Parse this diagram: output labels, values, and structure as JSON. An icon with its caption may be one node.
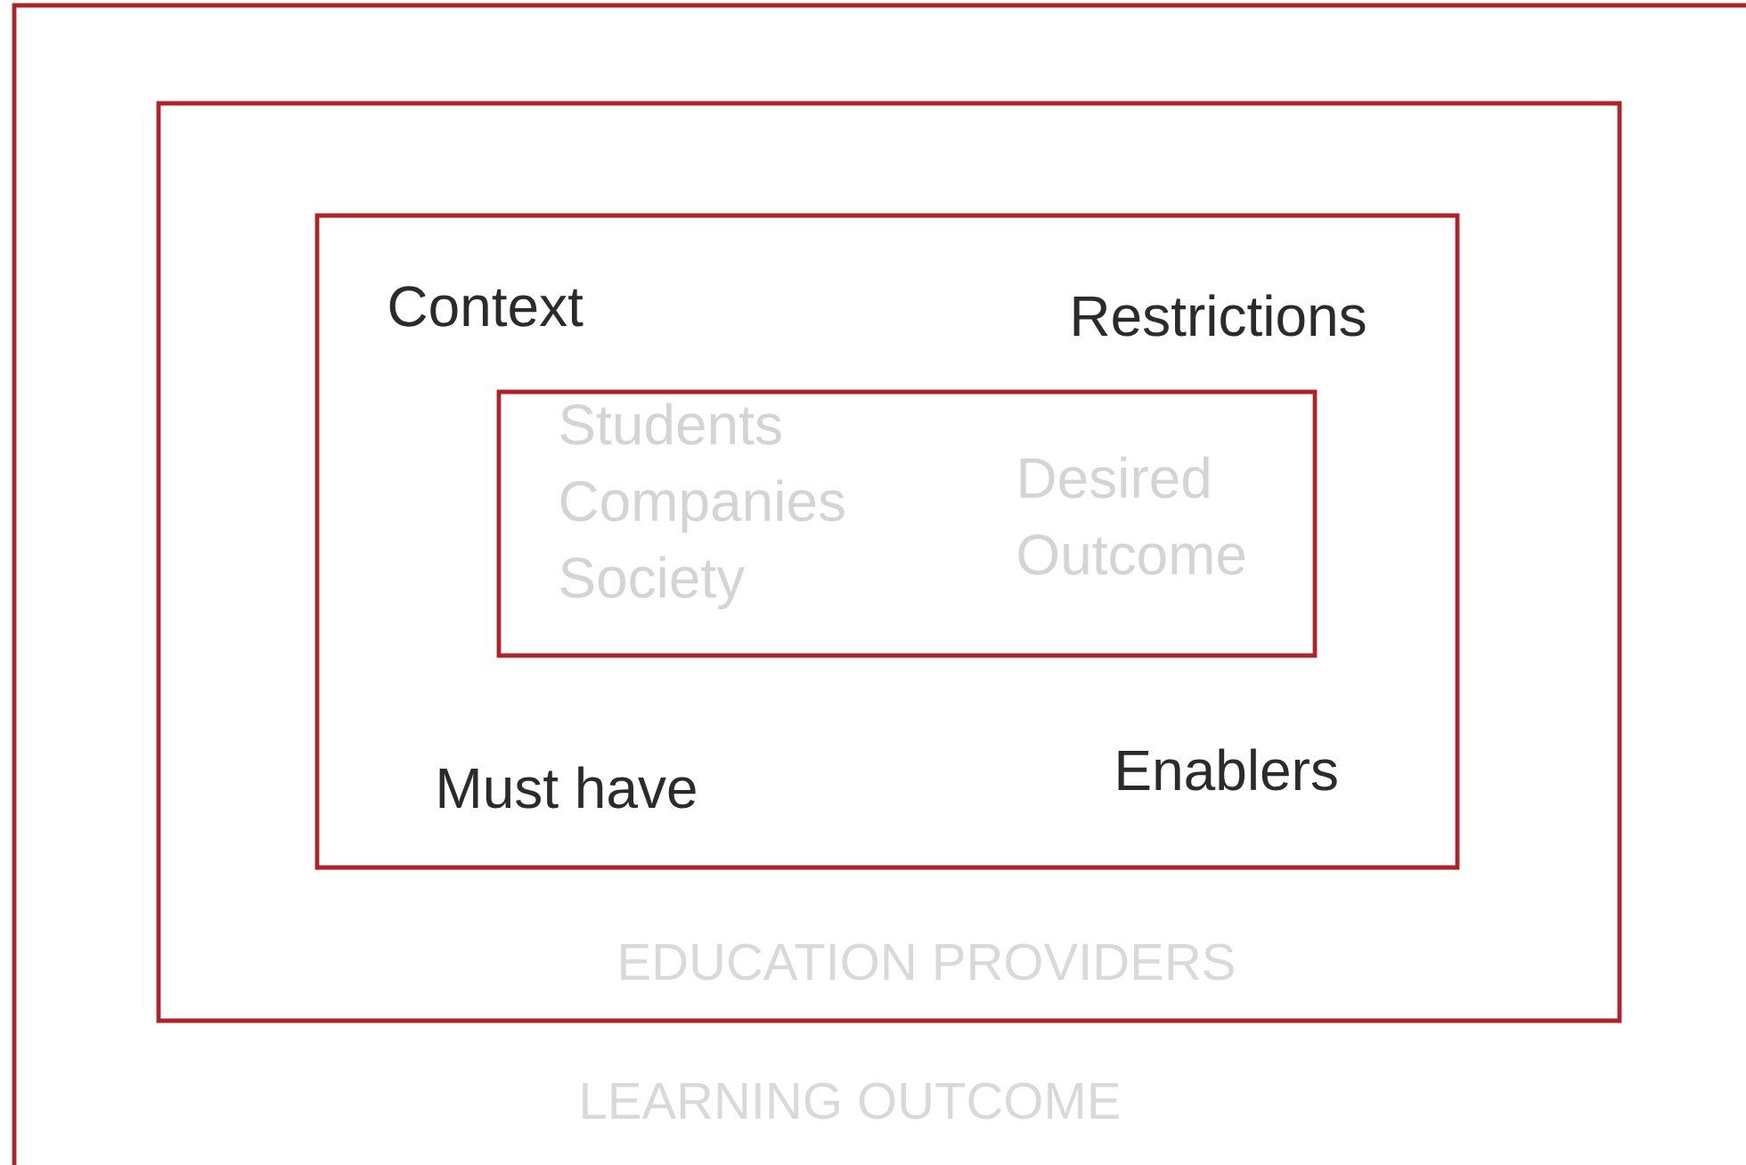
{
  "diagram": {
    "nodes": [
      {
        "text": [
          "LEARNING OUTCOME"
        ]
      },
      {
        "text": [
          "EDUCATION PROVIDERS"
        ],
        "in": 0
      },
      {
        "text": [
          "Context",
          "Restrictions",
          "Must have",
          "Enablers"
        ],
        "in": 1
      },
      {
        "text": [
          "Students Companies Society",
          "Desired Outcome"
        ],
        "in": 2
      }
    ]
  }
}
